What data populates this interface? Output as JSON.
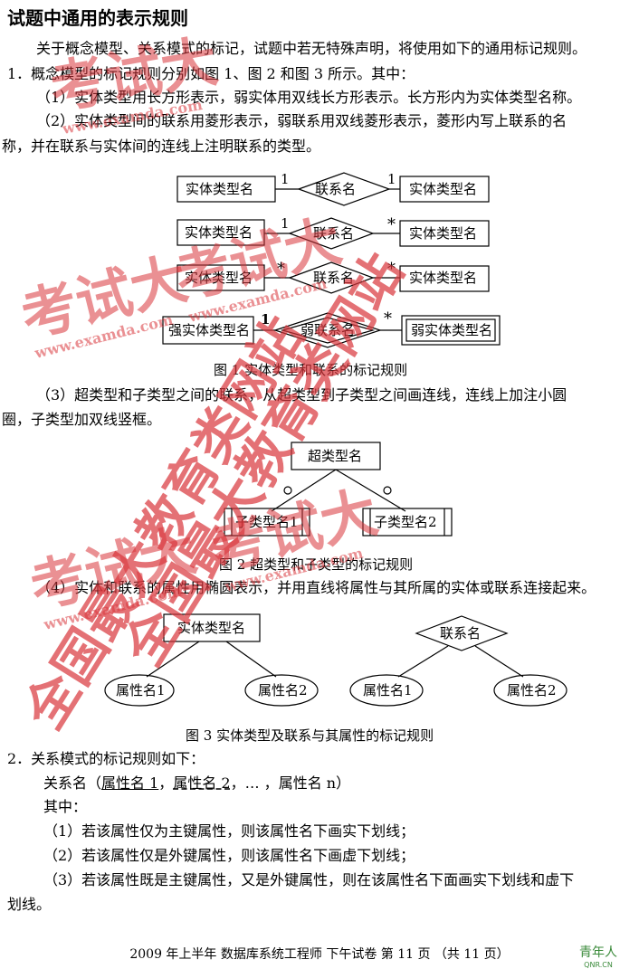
{
  "title": "试题中通用的表示规则",
  "intro": "关于概念模型、关系模式的标记，试题中若无特殊声明，将使用如下的通用标记规则。",
  "section1": {
    "heading": "1．概念模型的标记规则分别如图 1、图 2 和图 3 所示。其中：",
    "rule1": "（1）实体类型用长方形表示，弱实体用双线长方形表示。长方形内为实体类型名称。",
    "rule2a": "（2）实体类型间的联系用菱形表示，弱联系用双线菱形表示，菱形内写上联系的名",
    "rule2b": "称，并在联系与实体间的连线上注明联系的类型。",
    "fig1": {
      "entity": "实体类型名",
      "relation": "联系名",
      "strong_entity": "强实体类型名",
      "weak_relation": "弱联系名",
      "weak_entity": "弱实体类型名",
      "one": "1",
      "many": "*",
      "caption": "图 1  实体类型和联系的标记规则"
    },
    "rule3a": "（3）超类型和子类型之间的联系，从超类型到子类型之间画连线，连线上加注小圆",
    "rule3b": "圈，子类型加双线竖框。",
    "fig2": {
      "supertype": "超类型名",
      "subtype1": "子类型名1",
      "subtype2": "子类型名2",
      "caption": "图 2  超类型和子类型的标记规则"
    },
    "rule4": "（4）实体和联系的属性用椭圆表示，并用直线将属性与其所属的实体或联系连接起来。",
    "fig3": {
      "entity": "实体类型名",
      "relation": "联系名",
      "attr1": "属性名1",
      "attr2": "属性名2",
      "caption": "图 3  实体类型及联系与其属性的标记规则"
    }
  },
  "section2": {
    "heading": "2．关系模式的标记规则如下：",
    "schema_prefix": "关系名（",
    "attr1": "属性名 1",
    "sep": "，",
    "attr2": "属性名 2",
    "ellipsis": "，… ，",
    "attrn": "属性名 n",
    "schema_suffix": "）",
    "where": "其中：",
    "r1": "（1）若该属性仅为主键属性，则该属性名下画实下划线；",
    "r2": "（2）若该属性仅是外键属性，则该属性名下画虚下划线；",
    "r3a": "（3）若该属性既是主键属性，又是外键属性，则在该属性名下面画实下划线和虚下",
    "r3b": "划线。"
  },
  "footer": "2009 年上半年  数据库系统工程师  下午试卷  第 11 页   （共 11 页）",
  "watermark": {
    "brand": "考试大",
    "url": "www.examda.com",
    "slogan": "全国最大教育类网站",
    "logo": "青年人",
    "logo_url": "QNR.CN"
  }
}
